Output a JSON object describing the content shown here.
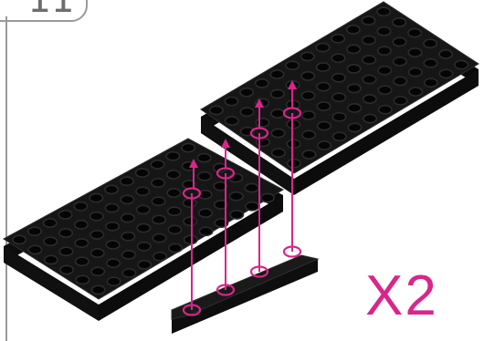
{
  "step": {
    "number": "11"
  },
  "quantity": {
    "label": "X2"
  },
  "colors": {
    "part": "#141414",
    "part_stroke": "#3a3a3a",
    "stud_hole": "#050505",
    "stud_rim": "#2b2b2b",
    "accent": "#d8268a",
    "frame": "#9a9a9a"
  },
  "parts": [
    {
      "name": "plate-upper-right",
      "icon": "black-perforated-plate"
    },
    {
      "name": "plate-lower-left",
      "icon": "black-perforated-plate"
    },
    {
      "name": "connector-bar",
      "icon": "black-beam-1x4"
    }
  ]
}
